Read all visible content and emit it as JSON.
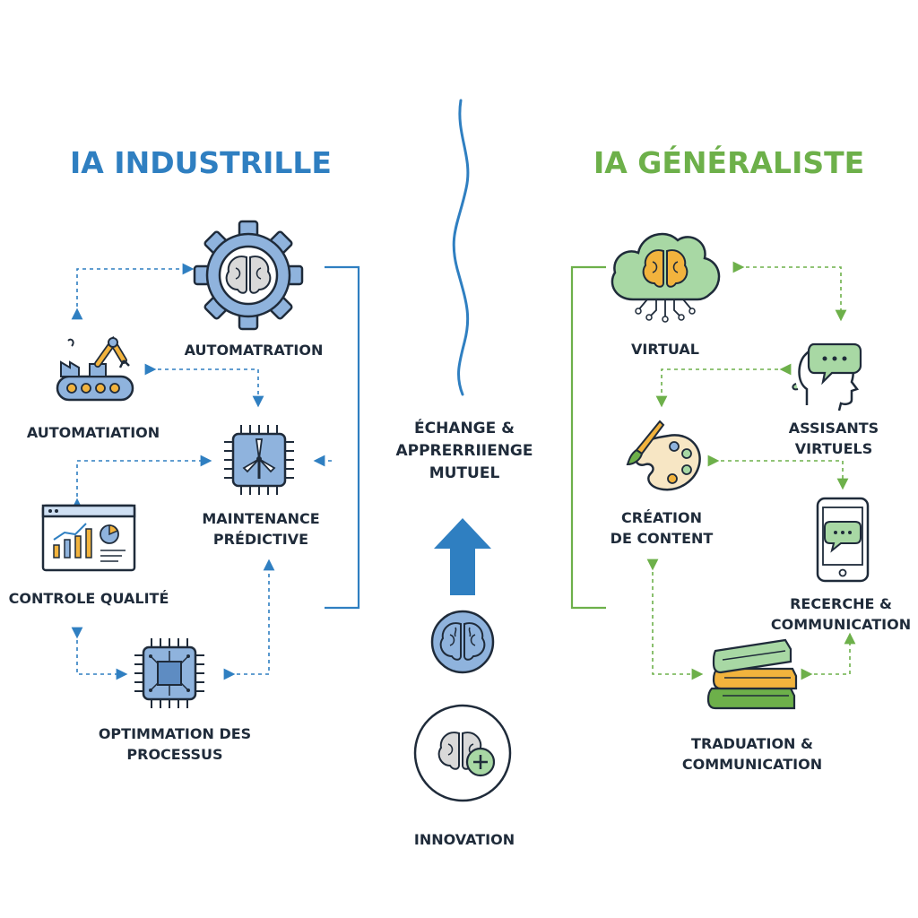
{
  "colors": {
    "industrial": "#2f7fc1",
    "generalist": "#6db04a",
    "ink": "#1f2b3a",
    "blue_fill": "#8fb3dd",
    "blue_light": "#cfe0f3",
    "green_fill": "#a8d8a4",
    "orange": "#f2b33d"
  },
  "left": {
    "title": "IA INDUSTRILLE",
    "items": {
      "automatration": "AUTOMATRATION",
      "automatiation": "AUTOMATIATION",
      "maintenance_1": "MAINTENANCE",
      "maintenance_2": "PRÉDICTIVE",
      "controle": "CONTROLE QUALITÉ",
      "optim_1": "OPTIMMATION DES",
      "optim_2": "PROCESSUS"
    }
  },
  "right": {
    "title": "IA GÉNÉRALISTE",
    "items": {
      "virtual": "VIRTUAL",
      "assis_1": "ASSISANTS",
      "assis_2": "VIRTUELS",
      "creation_1": "CRÉATION",
      "creation_2": "DE CONTENT",
      "recerche_1": "RECERCHE &",
      "recerche_2": "COMMUNICATION",
      "trad_1": "TRADUATION &",
      "trad_2": "COMMUNICATION"
    }
  },
  "center": {
    "exchange_1": "ÉCHANGE &",
    "exchange_2": "APPRERRIIENGE",
    "exchange_3": "MUTUEL",
    "innovation": "INNOVATION"
  }
}
